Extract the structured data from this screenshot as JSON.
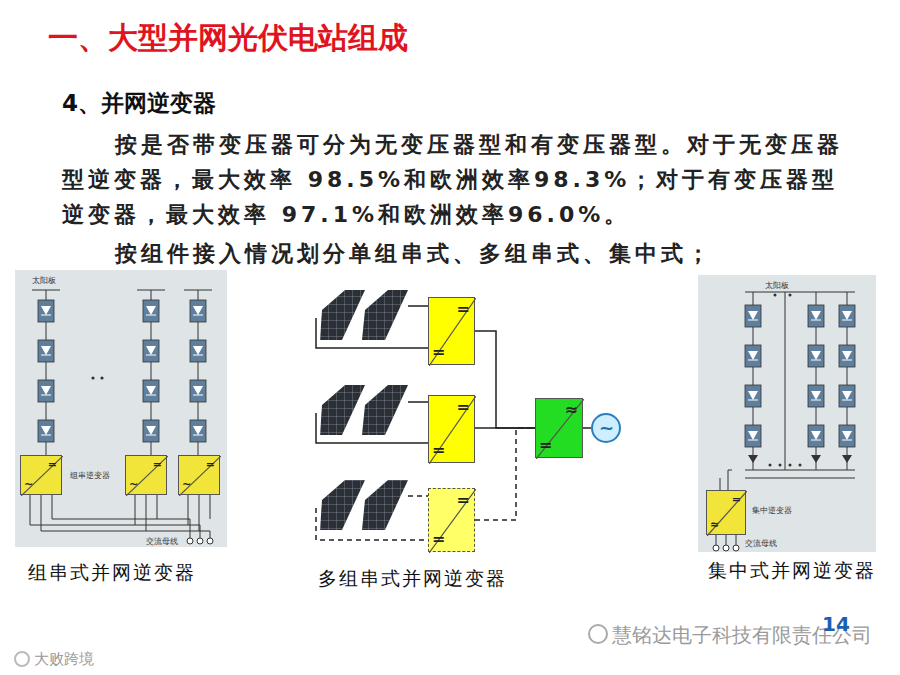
{
  "diagram": {
    "title": "一、大型并网光伏电站组成",
    "nodes": [
      {
        "text": [
          "=",
          "="
        ]
      },
      {
        "text": [
          "=",
          "="
        ]
      },
      {
        "text": [
          "=",
          "="
        ]
      },
      {
        "text": [
          "≈",
          "="
        ]
      },
      {
        "text": [
          "~"
        ]
      },
      {
        "text": [
          "=",
          "~"
        ]
      },
      {
        "text": [
          "=",
          "~"
        ]
      },
      {
        "text": [
          "=",
          "~"
        ]
      },
      {
        "text": [
          "=",
          "≈"
        ]
      }
    ],
    "edges": [
      {
        "from": 0,
        "to": 3,
        "arrow": "none"
      },
      {
        "from": 1,
        "to": 3,
        "arrow": "none"
      },
      {
        "from": 2,
        "to": 3,
        "arrow": "none"
      },
      {
        "from": 3,
        "to": 4,
        "arrow": "none"
      }
    ],
    "labels": [
      "4、并网逆变器",
      "按是否带变压器可分为无变压器型和有变压器型。对于无变压器型逆变器，最大效率 98.5%和欧洲效率98.3%；对于有变压器型逆变器，最大效率 97.1%和欧洲效率96.0%。",
      "按组件接入情况划分单组串式、多组串式、集中式；",
      "组串式并网逆变器",
      "多组串式并网逆变器",
      "集中式并网逆变器",
      "慧铭达电子科技有限责任公司",
      "14",
      "大败跨境",
      "太阳板",
      "组串逆变器",
      "交流母线",
      "太阳板",
      "集中逆变器",
      "交流母线"
    ]
  }
}
